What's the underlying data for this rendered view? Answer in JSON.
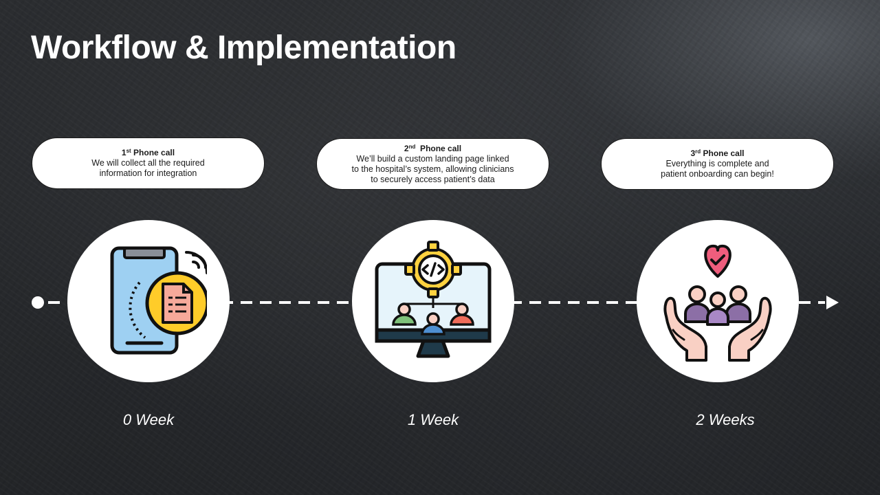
{
  "slide": {
    "title": "Workflow & Implementation"
  },
  "steps": [
    {
      "heading_prefix": "1",
      "heading_sup": "st",
      "heading_suffix": " Phone call",
      "line1": "We will collect all the required",
      "line2": "information for integration",
      "line3": "",
      "icon": "phone-document-icon",
      "duration": "0 Week"
    },
    {
      "heading_prefix": "2",
      "heading_sup": "nd",
      "heading_suffix": "  Phone call",
      "line1": "We’ll build a custom landing page linked",
      "line2": "to the hospital’s system, allowing clinicians",
      "line3": "to securely access patient’s data",
      "icon": "computer-code-network-icon",
      "duration": "1 Week"
    },
    {
      "heading_prefix": "3",
      "heading_sup": "rd",
      "heading_suffix": " Phone call",
      "line1": "Everything is complete and",
      "line2": "patient onboarding can begin!",
      "line3": "",
      "icon": "hands-care-people-icon",
      "duration": "2 Weeks"
    }
  ],
  "colors": {
    "background": "#26282b",
    "text": "#ffffff",
    "bubble": "#ffffff",
    "phone_blue": "#9ed0f2",
    "doc_yellow": "#ffcc29",
    "doc_pink": "#f6a99a",
    "gear_yellow": "#ffd23f",
    "heart_pink": "#ef5d7d",
    "people_purple": "#8c6fa6",
    "skin": "#f9d0c4"
  }
}
